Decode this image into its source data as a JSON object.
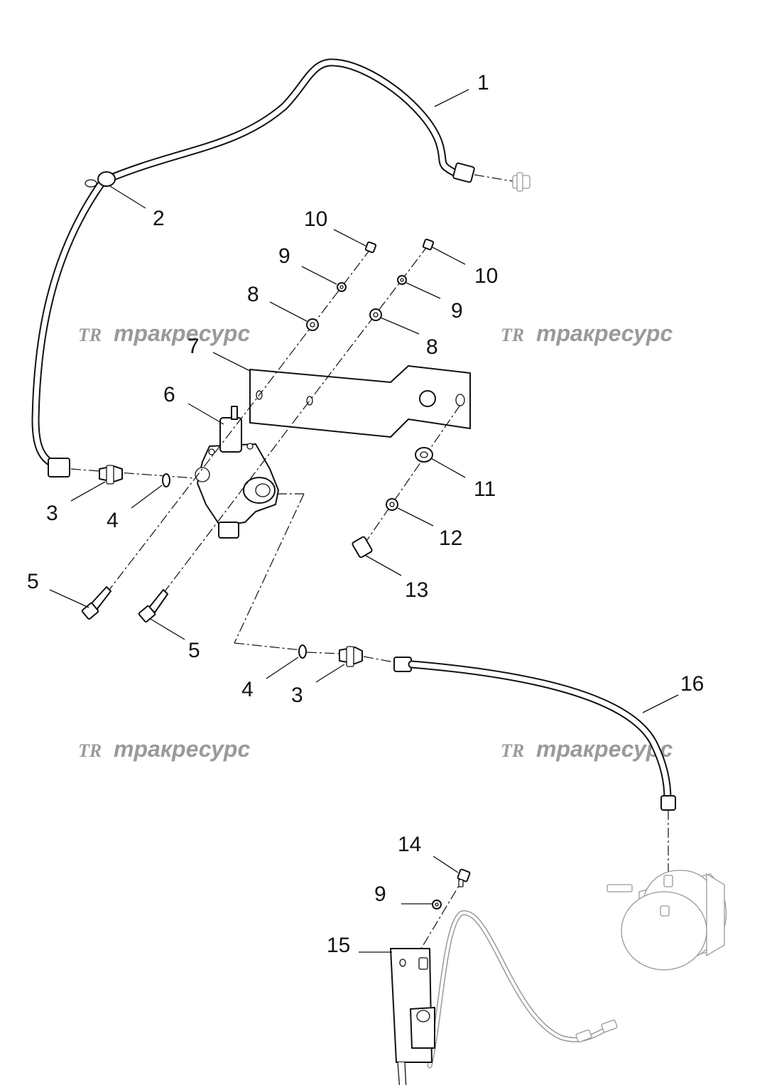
{
  "watermark": {
    "logo": "TR",
    "text": "тракресурс"
  },
  "callouts": {
    "c1": "1",
    "c2": "2",
    "c3a": "3",
    "c3b": "3",
    "c4a": "4",
    "c4b": "4",
    "c5a": "5",
    "c5b": "5",
    "c6": "6",
    "c7": "7",
    "c8a": "8",
    "c8b": "8",
    "c9a": "9",
    "c9b": "9",
    "c9c": "9",
    "c10a": "10",
    "c10b": "10",
    "c11": "11",
    "c12": "12",
    "c13": "13",
    "c14": "14",
    "c15": "15",
    "c16": "16"
  },
  "colors": {
    "line": "#111111",
    "ghost": "#999999",
    "watermark": "#9a9a9a"
  }
}
